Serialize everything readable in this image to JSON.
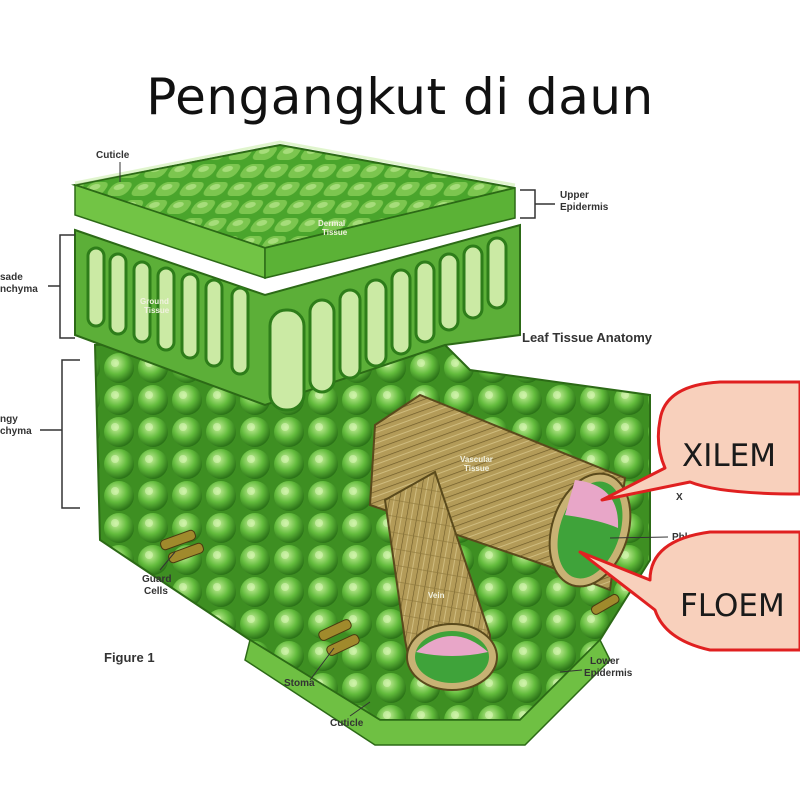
{
  "slide": {
    "title": "Pengangkut di daun"
  },
  "diagram": {
    "caption": "Leaf Tissue Anatomy",
    "figure_label": "Figure 1",
    "labels": {
      "cuticle_top": "Cuticle",
      "upper_epidermis_1": "Upper",
      "upper_epidermis_2": "Epidermis",
      "palisade_1": "sade",
      "palisade_2": "nchyma",
      "spongy_1": "ngy",
      "spongy_2": "chyma",
      "guard_cells_1": "Guard",
      "guard_cells_2": "Cells",
      "stoma": "Stoma",
      "cuticle_bottom": "Cuticle",
      "lower_epidermis_1": "Lower",
      "lower_epidermis_2": "Epidermis",
      "dermal_1": "Dermal",
      "dermal_2": "Tissue",
      "ground_1": "Ground",
      "ground_2": "Tissue",
      "vascular_1": "Vascular",
      "vascular_2": "Tissue",
      "vein": "Vein",
      "xylem_partial": "X",
      "phloem_partial": "Phlo"
    },
    "colors": {
      "leaf_green": "#5fb83a",
      "leaf_dark": "#2e7d1a",
      "leaf_light": "#a8dc7a",
      "vascular_tan": "#b9a260",
      "xylem_pink": "#e8a6c8",
      "phloem_green": "#3fa33a",
      "callout_fill": "#f8d0bc",
      "callout_stroke": "#e02020"
    }
  },
  "callouts": {
    "xylem": "XILEM",
    "phloem": "FLOEM"
  }
}
